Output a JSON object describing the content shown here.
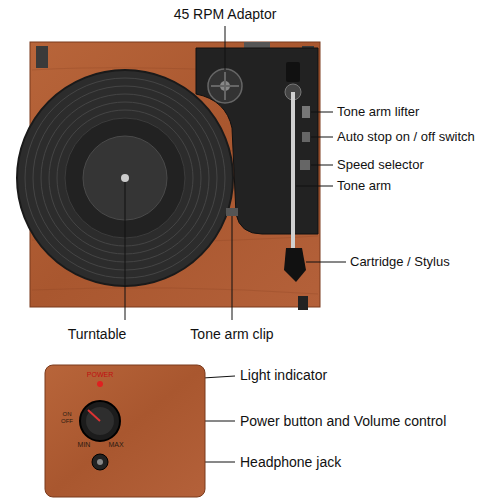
{
  "diagram": {
    "labels": [
      "45 RPM Adaptor",
      "Tone arm lifter",
      "Auto stop on / off switch",
      "Speed selector",
      "Tone arm",
      "Cartridge / Stylus",
      "Turntable",
      "Tone arm clip",
      "POWER",
      "Light indicator",
      "ON",
      "OFF",
      "MIN",
      "MAX",
      "Power button and Volume control",
      "Headphone jack"
    ]
  }
}
